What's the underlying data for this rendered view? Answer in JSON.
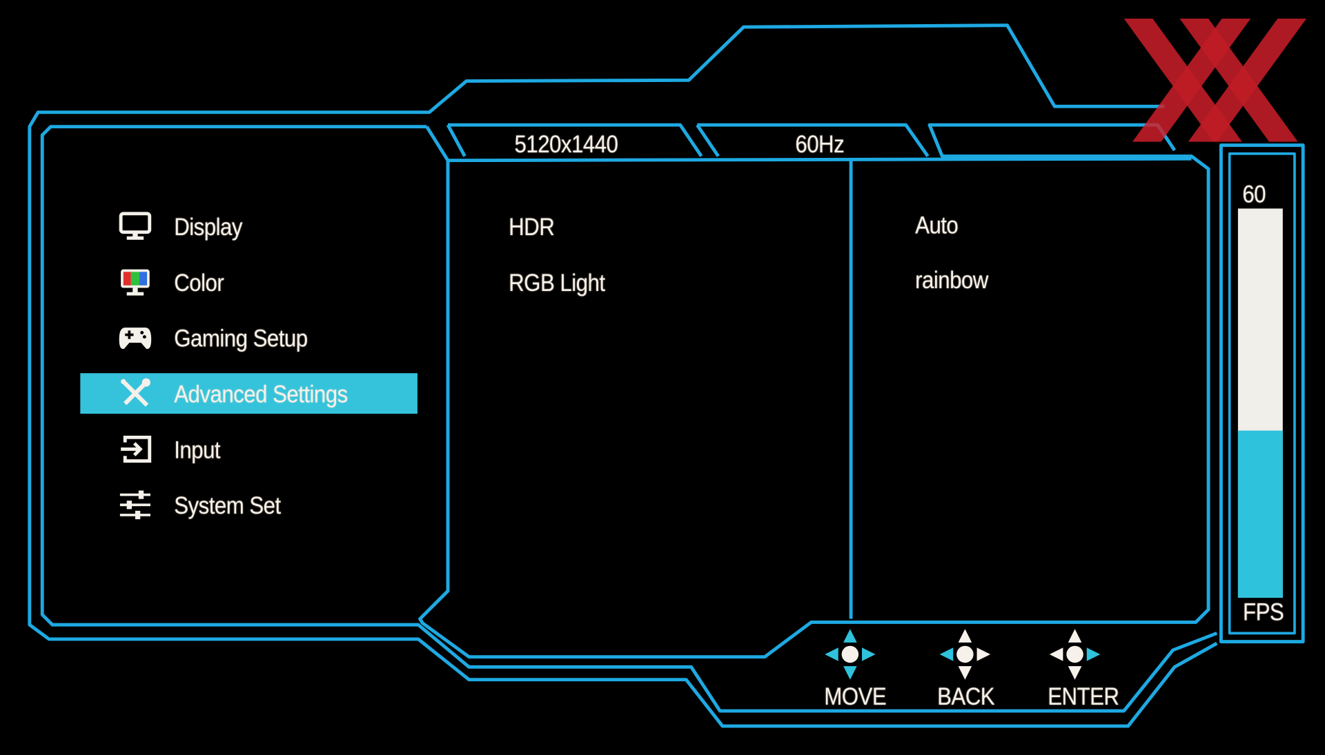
{
  "header": {
    "resolution": "5120x1440",
    "refresh_rate": "60Hz",
    "third_tab": ""
  },
  "menu": {
    "items": [
      {
        "label": "Display",
        "icon": "monitor-icon"
      },
      {
        "label": "Color",
        "icon": "color-monitor-icon"
      },
      {
        "label": "Gaming Setup",
        "icon": "gamepad-icon"
      },
      {
        "label": "Advanced Settings",
        "icon": "tools-icon",
        "selected": true
      },
      {
        "label": "Input",
        "icon": "input-icon"
      },
      {
        "label": "System Set",
        "icon": "sliders-icon"
      }
    ]
  },
  "settings": [
    {
      "name": "HDR",
      "value": "Auto"
    },
    {
      "name": "RGB Light",
      "value": "rainbow"
    }
  ],
  "fps": {
    "value": "60",
    "label": "FPS",
    "fill_fraction": 0.43
  },
  "controls": [
    {
      "label": "MOVE",
      "icon": "joystick-move-icon"
    },
    {
      "label": "BACK",
      "icon": "joystick-back-icon"
    },
    {
      "label": "ENTER",
      "icon": "joystick-enter-icon"
    }
  ],
  "logo": {
    "text": "XX"
  },
  "colors": {
    "accent": "#2fc2dc",
    "frame": "#1aa8e0",
    "text": "#f6f1ea",
    "logo": "#d0202a"
  }
}
